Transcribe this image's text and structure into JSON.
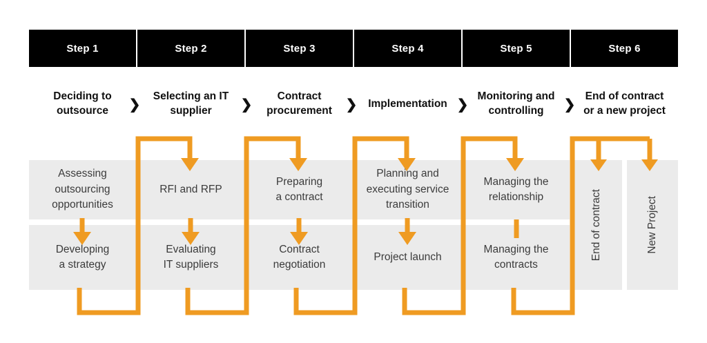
{
  "diagram": {
    "title": "IT Outsourcing Process Steps",
    "accent_color": "#ef9b22",
    "header_bg": "#000000",
    "cell_bg": "#ebebeb",
    "text_color": "#3b3b3b"
  },
  "steps": [
    {
      "badge": "Step 1",
      "label": "Deciding to\noutsource"
    },
    {
      "badge": "Step 2",
      "label": "Selecting an IT\nsupplier"
    },
    {
      "badge": "Step 3",
      "label": "Contract\nprocurement"
    },
    {
      "badge": "Step 4",
      "label": "Implementation"
    },
    {
      "badge": "Step 5",
      "label": "Monitoring and\ncontrolling"
    },
    {
      "badge": "Step 6",
      "label": "End of contract\nor a new project"
    }
  ],
  "separator": "❯",
  "columns": [
    {
      "name": "column-1",
      "layout": "two-cells",
      "cells": [
        {
          "text": "Assessing\noutsourcing\nopportunities"
        },
        {
          "text": "Developing\na strategy"
        }
      ]
    },
    {
      "name": "column-2",
      "layout": "two-cells",
      "cells": [
        {
          "text": "RFI and RFP"
        },
        {
          "text": "Evaluating\nIT suppliers"
        }
      ]
    },
    {
      "name": "column-3",
      "layout": "two-cells",
      "cells": [
        {
          "text": "Preparing\na contract"
        },
        {
          "text": "Contract\nnegotiation"
        }
      ]
    },
    {
      "name": "column-4",
      "layout": "two-cells",
      "cells": [
        {
          "text": "Planning and\nexecuting service\ntransition"
        },
        {
          "text": "Project launch"
        }
      ]
    },
    {
      "name": "column-5",
      "layout": "two-cells",
      "cells": [
        {
          "text": "Managing the\nrelationship"
        },
        {
          "text": "Managing the\ncontracts"
        }
      ]
    },
    {
      "name": "column-6",
      "layout": "two-tall-cells",
      "cells": [
        {
          "text": "End of contract",
          "orientation": "vertical"
        },
        {
          "text": "New Project",
          "orientation": "vertical"
        }
      ]
    }
  ],
  "connectors": {
    "down_arrow_icon": "down-arrow-icon",
    "loop_icon": "loop-connector-icon",
    "branch_icon": "branch-connector-icon",
    "line_icon": "vertical-line-icon"
  }
}
